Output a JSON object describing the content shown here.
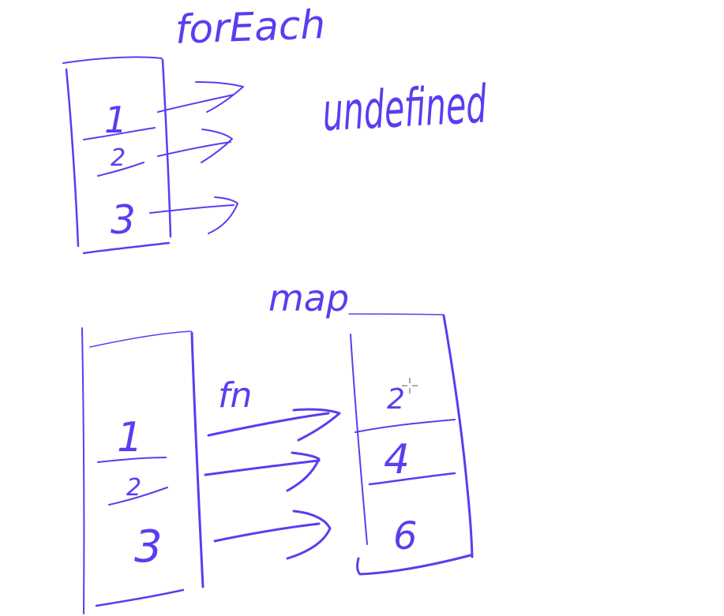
{
  "whiteboard": {
    "ink_color": "#5a3df0",
    "background": "#ffffff"
  },
  "foreach_section": {
    "title": "forEach",
    "array_values": [
      "1",
      "2",
      "3"
    ],
    "result": "undefined"
  },
  "map_section": {
    "title": "map",
    "callback_label": "fn",
    "input_values": [
      "1",
      "2",
      "3"
    ],
    "output_values": [
      "2",
      "4",
      "6"
    ]
  },
  "cursor": {
    "icon": "crosshair-cursor-icon"
  }
}
